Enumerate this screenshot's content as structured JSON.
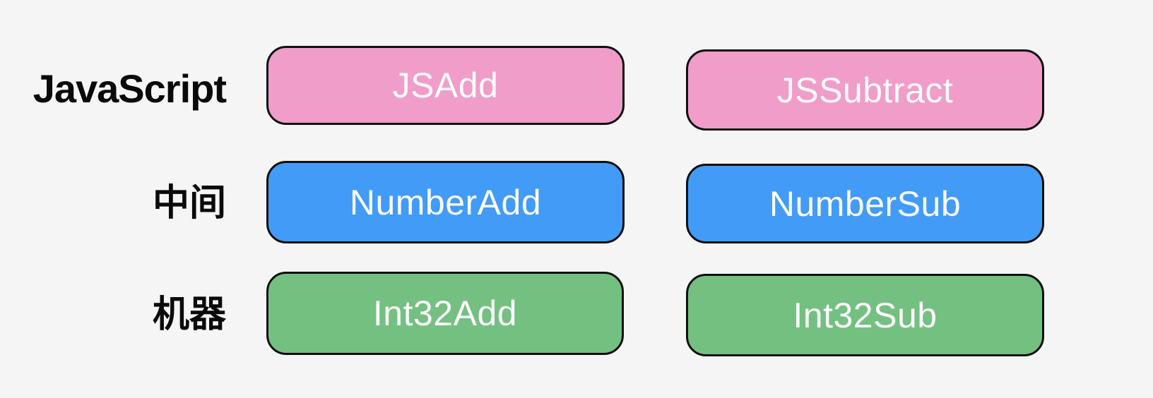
{
  "canvas": {
    "background_color": "#f4f5f4",
    "border_color": "#101010",
    "box_text_color": "#fbfbfb",
    "label_text_color": "#0a0a0a"
  },
  "rows": [
    {
      "label": "JavaScript",
      "level_color": "#f09dc9",
      "boxes": [
        {
          "text": "JSAdd"
        },
        {
          "text": "JSSubtract"
        }
      ]
    },
    {
      "label": "中间",
      "level_color": "#429bf7",
      "boxes": [
        {
          "text": "NumberAdd"
        },
        {
          "text": "NumberSub"
        }
      ]
    },
    {
      "label": "机器",
      "level_color": "#74c081",
      "boxes": [
        {
          "text": "Int32Add"
        },
        {
          "text": "Int32Sub"
        }
      ]
    }
  ]
}
